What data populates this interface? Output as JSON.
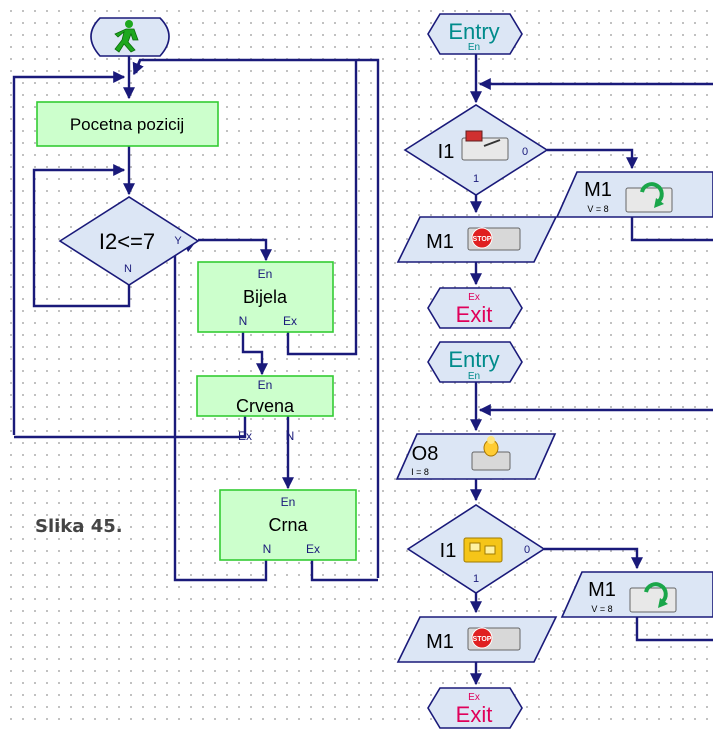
{
  "caption": "Slika 45.",
  "left": {
    "start_icon": "green-running-man-icon",
    "init_block": "Pocetna pozicij",
    "condition": {
      "text": "I2<=7",
      "yes": "Y",
      "no": "N"
    },
    "subs": [
      {
        "en": "En",
        "name": "Bijela",
        "n": "N",
        "ex": "Ex"
      },
      {
        "en": "En",
        "name": "Crvena",
        "ex": "Ex",
        "n": "N"
      },
      {
        "en": "En",
        "name": "Crna",
        "n": "N",
        "ex": "Ex"
      }
    ]
  },
  "right_top": {
    "entry": {
      "text": "Entry",
      "sub": "En"
    },
    "input": {
      "name": "I1",
      "icon": "push-button-switch-icon",
      "out0": "0",
      "out1": "1"
    },
    "motor_on": {
      "name": "M1",
      "sub": "V = 8",
      "icon": "motor-rotate-icon"
    },
    "motor_stop": {
      "name": "M1",
      "icon": "stop-sign-icon"
    },
    "exit": {
      "text": "Exit",
      "sub": "Ex"
    }
  },
  "right_bottom": {
    "entry": {
      "text": "Entry",
      "sub": "En"
    },
    "output": {
      "name": "O8",
      "sub": "I = 8",
      "icon": "lamp-icon"
    },
    "input": {
      "name": "I1",
      "icon": "yellow-switch-icon",
      "out0": "0",
      "out1": "1"
    },
    "motor_on": {
      "name": "M1",
      "sub": "V = 8",
      "icon": "motor-rotate-icon"
    },
    "motor_stop": {
      "name": "M1",
      "icon": "stop-sign-icon"
    },
    "exit": {
      "text": "Exit",
      "sub": "Ex"
    }
  }
}
